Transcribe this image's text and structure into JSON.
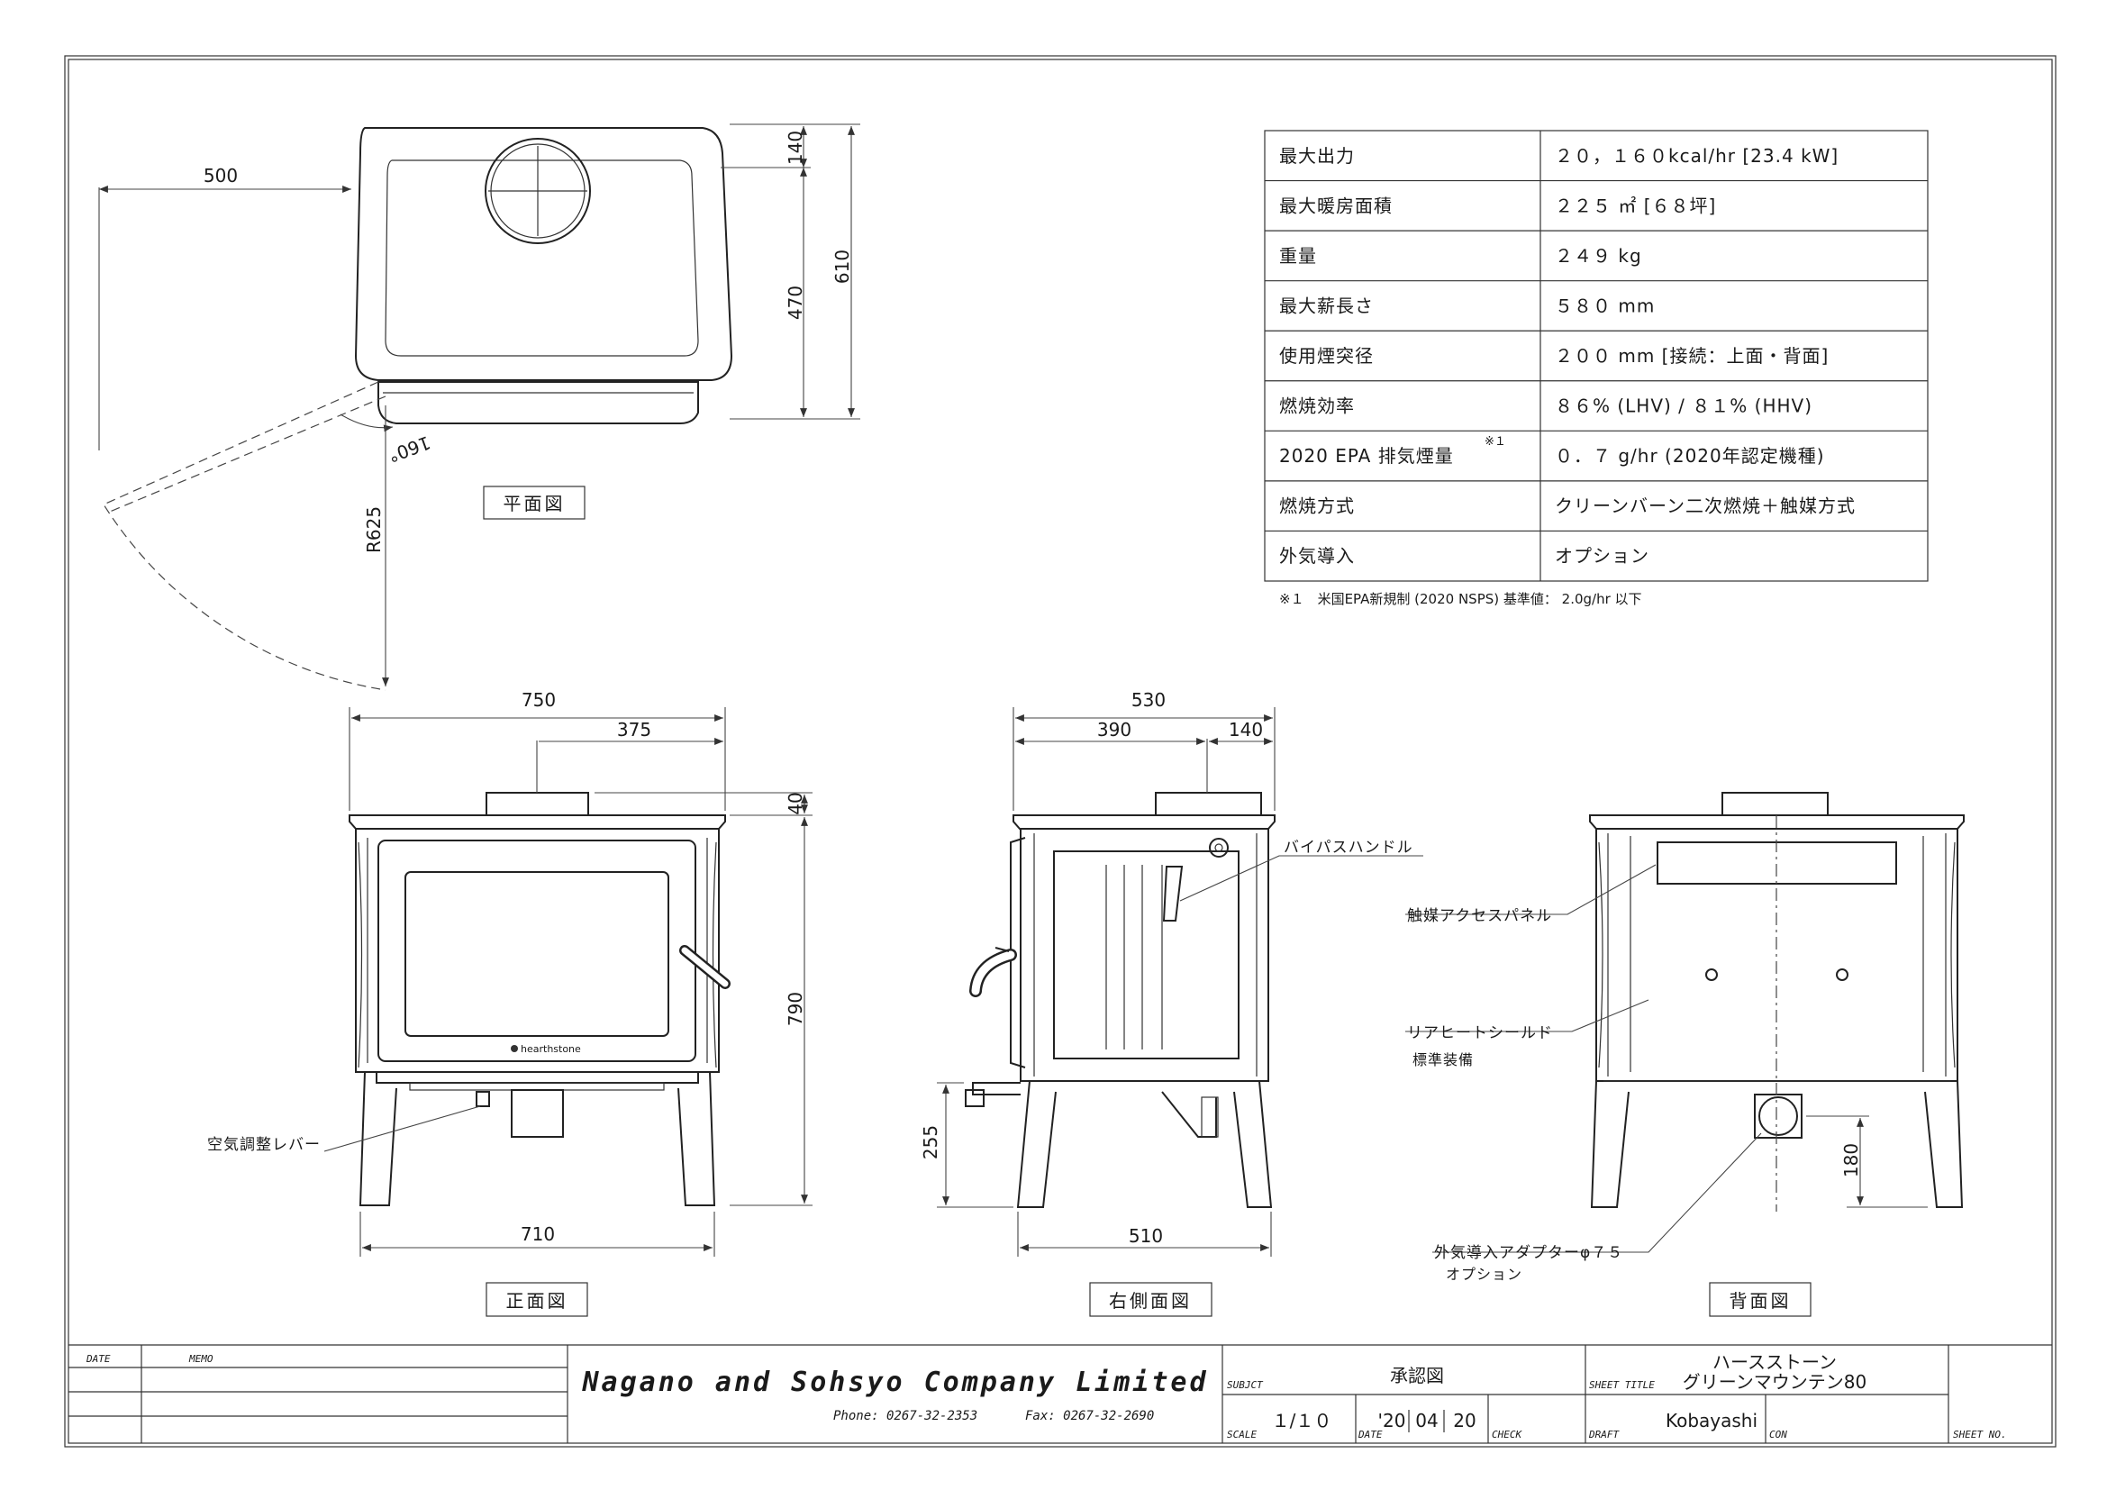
{
  "specs": {
    "rows": [
      {
        "label": "最大出力",
        "value": "２０，１６０kcal/hr [23.4 kW]"
      },
      {
        "label": "最大暖房面積",
        "value": "２２５ ㎡ [６８坪]"
      },
      {
        "label": "重量",
        "value": "２４９ kg"
      },
      {
        "label": "最大薪長さ",
        "value": "５８０ mm"
      },
      {
        "label": "使用煙突径",
        "value": "２００ mm [接続：上面・背面]"
      },
      {
        "label": "燃焼効率",
        "value": "８６% (LHV) / ８１% (HHV)"
      },
      {
        "label": "2020 EPA 排気煙量",
        "value": "０．７ g/hr (2020年認定機種)"
      },
      {
        "label": "燃焼方式",
        "value": "クリーンバーン二次燃焼＋触媒方式"
      },
      {
        "label": "外気導入",
        "value": "オプション"
      }
    ],
    "footnote_mark": "※１",
    "footnote": "※１　米国EPA新規制 (2020 NSPS) 基準値： 2.0g/hr 以下"
  },
  "views": {
    "plan": {
      "label": "平面図",
      "dim_width": "500",
      "dim_depth_front": "140",
      "dim_depth_rear": "470",
      "dim_depth_total": "610",
      "dim_radius": "R625",
      "dim_angle": "160°"
    },
    "front": {
      "label": "正面図",
      "dim_top_width": "750",
      "dim_half_width": "375",
      "dim_top_height": "40",
      "dim_height": "790",
      "dim_base_width": "710",
      "callout_air_lever": "空気調整レバー",
      "logo_text": "hearthstone"
    },
    "side": {
      "label": "右側面図",
      "dim_total_depth": "530",
      "dim_depth_a": "390",
      "dim_depth_b": "140",
      "dim_leg_height": "255",
      "dim_base_depth": "510",
      "callout_bypass": "バイパスハンドル"
    },
    "back": {
      "label": "背面図",
      "callout_catalyst": "触媒アクセスパネル",
      "callout_heatshield": "リアヒートシールド",
      "callout_heatshield_note": "標準装備",
      "callout_adapter": "外気導入アダプターφ７５",
      "callout_adapter_note": "オプション",
      "dim_adapter_height": "180"
    }
  },
  "title_block": {
    "date_label": "DATE",
    "memo_label": "MEMO",
    "company": "Nagano and Sohsyo Company Limited",
    "phone": "Phone: 0267-32-2353",
    "fax": "Fax: 0267-32-2690",
    "subject_label": "SUBJCT",
    "subject": "承認図",
    "sheet_title_label": "SHEET TITLE",
    "sheet_title_1": "ハースストーン",
    "sheet_title_2": "グリーンマウンテン80",
    "scale_label": "SCALE",
    "scale": "１/１０",
    "date_field_label": "DATE",
    "date_year": "'20",
    "date_month": "04",
    "date_day": "20",
    "check_label": "CHECK",
    "draft_label": "DRAFT",
    "draft": "Kobayashi",
    "con_label": "CON",
    "sheet_no_label": "SHEET NO."
  }
}
